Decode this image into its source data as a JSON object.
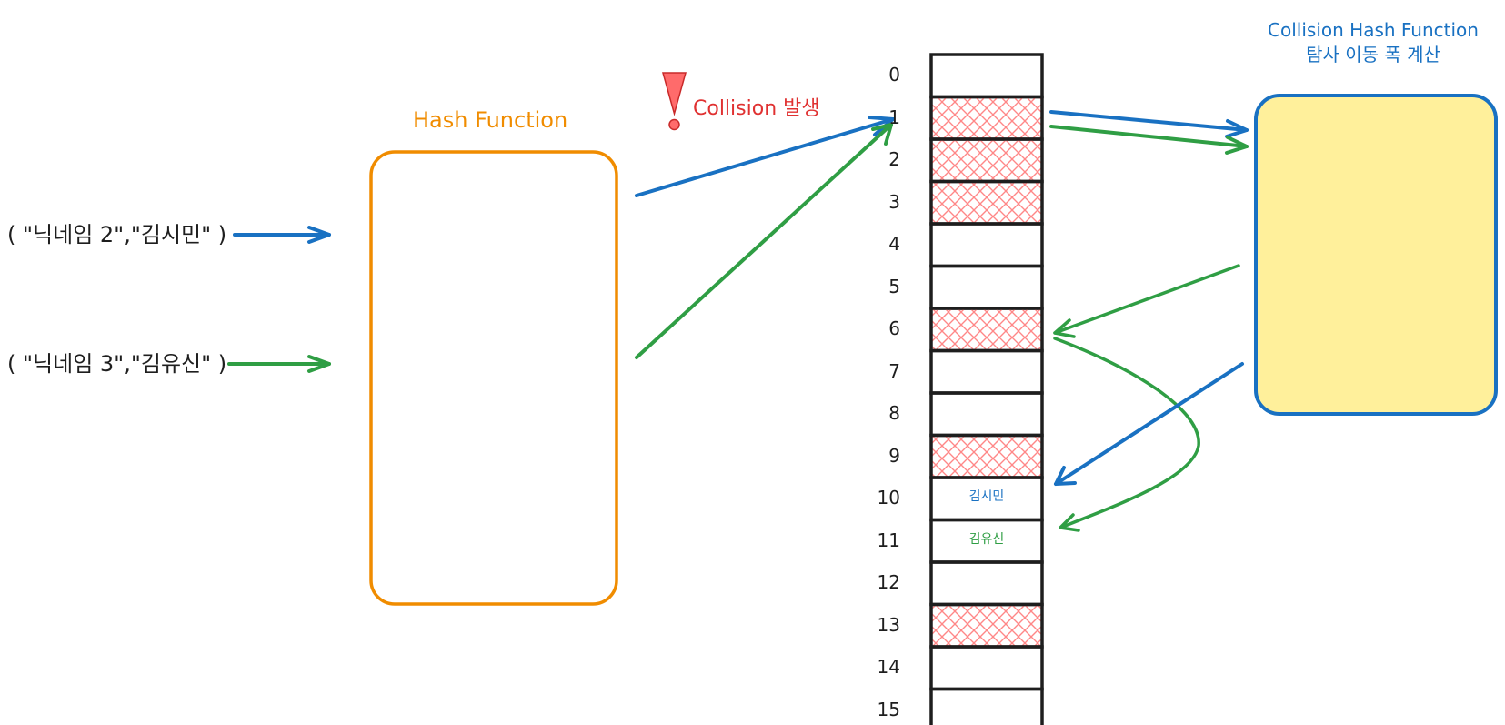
{
  "inputs": [
    {
      "text": "( \"닉네임 2\",\"김시민\" )",
      "color": "#1971c2"
    },
    {
      "text": "( \"닉네임 3\",\"김유신\" )",
      "color": "#2f9e44"
    }
  ],
  "hash_function": {
    "label": "Hash Function",
    "color": "#f08c00"
  },
  "collision_note": {
    "label": "Collision 발생",
    "color": "#e03131",
    "icon": "warning-icon"
  },
  "collision_hash_function": {
    "title_line1": "Collision Hash Function",
    "title_line2": "탐사 이동 폭 계산",
    "border_color": "#1971c2",
    "fill_color": "#fff09b"
  },
  "table": {
    "indices": [
      "0",
      "1",
      "2",
      "3",
      "4",
      "5",
      "6",
      "7",
      "8",
      "9",
      "10",
      "11",
      "12",
      "13",
      "14",
      "15"
    ],
    "occupied": [
      1,
      2,
      3,
      6,
      9,
      13
    ],
    "hatch_color": "#ff8787",
    "entries": [
      {
        "index": 10,
        "text": "김시민",
        "color": "#1971c2"
      },
      {
        "index": 11,
        "text": "김유신",
        "color": "#2f9e44"
      }
    ]
  },
  "colors": {
    "blue": "#1971c2",
    "green": "#2f9e44",
    "ink": "#1e1e1e"
  }
}
